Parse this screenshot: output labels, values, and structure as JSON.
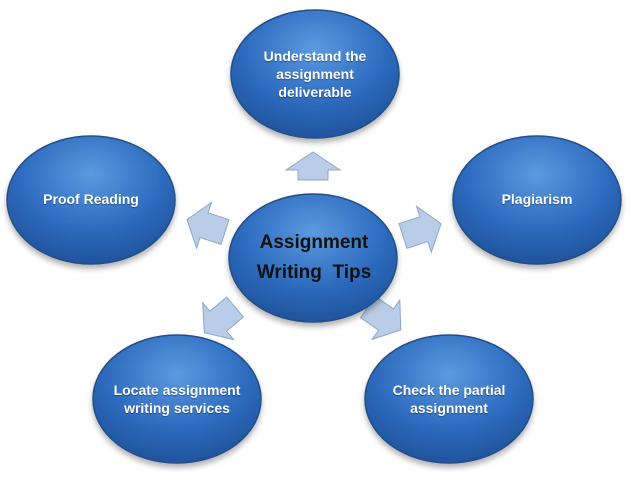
{
  "colors": {
    "node_fill_light": "#5b9ae0",
    "node_fill": "#2e6cbf",
    "node_fill_dark": "#1d4f96",
    "node_stroke": "#244f86",
    "arrow_fill": "#b9cde8",
    "arrow_stroke": "#8ea6c8",
    "center_text": "#111111",
    "node_text": "#ffffff"
  },
  "center": {
    "line1": "Assignment",
    "line2": "Writing  Tips"
  },
  "nodes": {
    "top": "Understand the\nassignment\ndeliverable",
    "right": "Plagiarism",
    "bottom_right": "Check the partial\nassignment",
    "bottom_left": "Locate assignment\nwriting services",
    "left": "Proof Reading"
  }
}
